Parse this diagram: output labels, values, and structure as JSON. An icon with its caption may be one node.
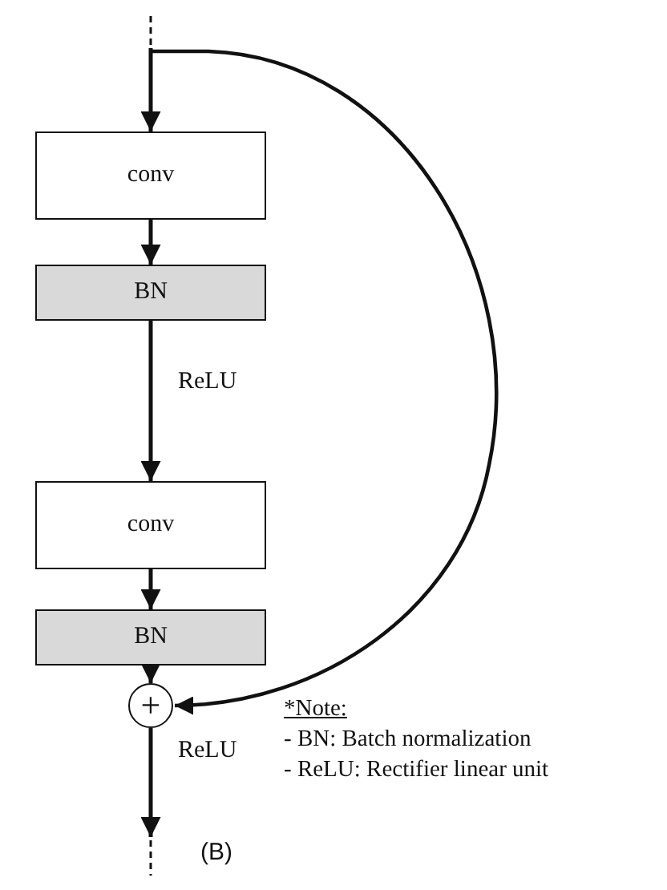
{
  "diagram": {
    "caption": "(B)",
    "nodes": [
      {
        "text": [
          "conv"
        ]
      },
      {
        "text": [
          "BN"
        ]
      },
      {
        "text": [
          "conv"
        ]
      },
      {
        "text": [
          "BN"
        ]
      },
      {
        "text": [
          "+"
        ]
      }
    ],
    "edges": [
      {
        "from": null,
        "to": 0,
        "arrow": "to"
      },
      {
        "from": 0,
        "to": 1,
        "arrow": "to"
      },
      {
        "from": 1,
        "to": 2,
        "arrow": "to",
        "label": "ReLU"
      },
      {
        "from": 2,
        "to": 3,
        "arrow": "to"
      },
      {
        "from": 3,
        "to": 4,
        "arrow": "to"
      },
      {
        "from": null,
        "to": 4,
        "arrow": "to"
      },
      {
        "from": 4,
        "to": null,
        "arrow": "to",
        "label": "ReLU"
      }
    ],
    "labels": [
      "*Note:",
      "- BN: Batch normalization",
      "- ReLU: Rectifier linear unit"
    ]
  }
}
